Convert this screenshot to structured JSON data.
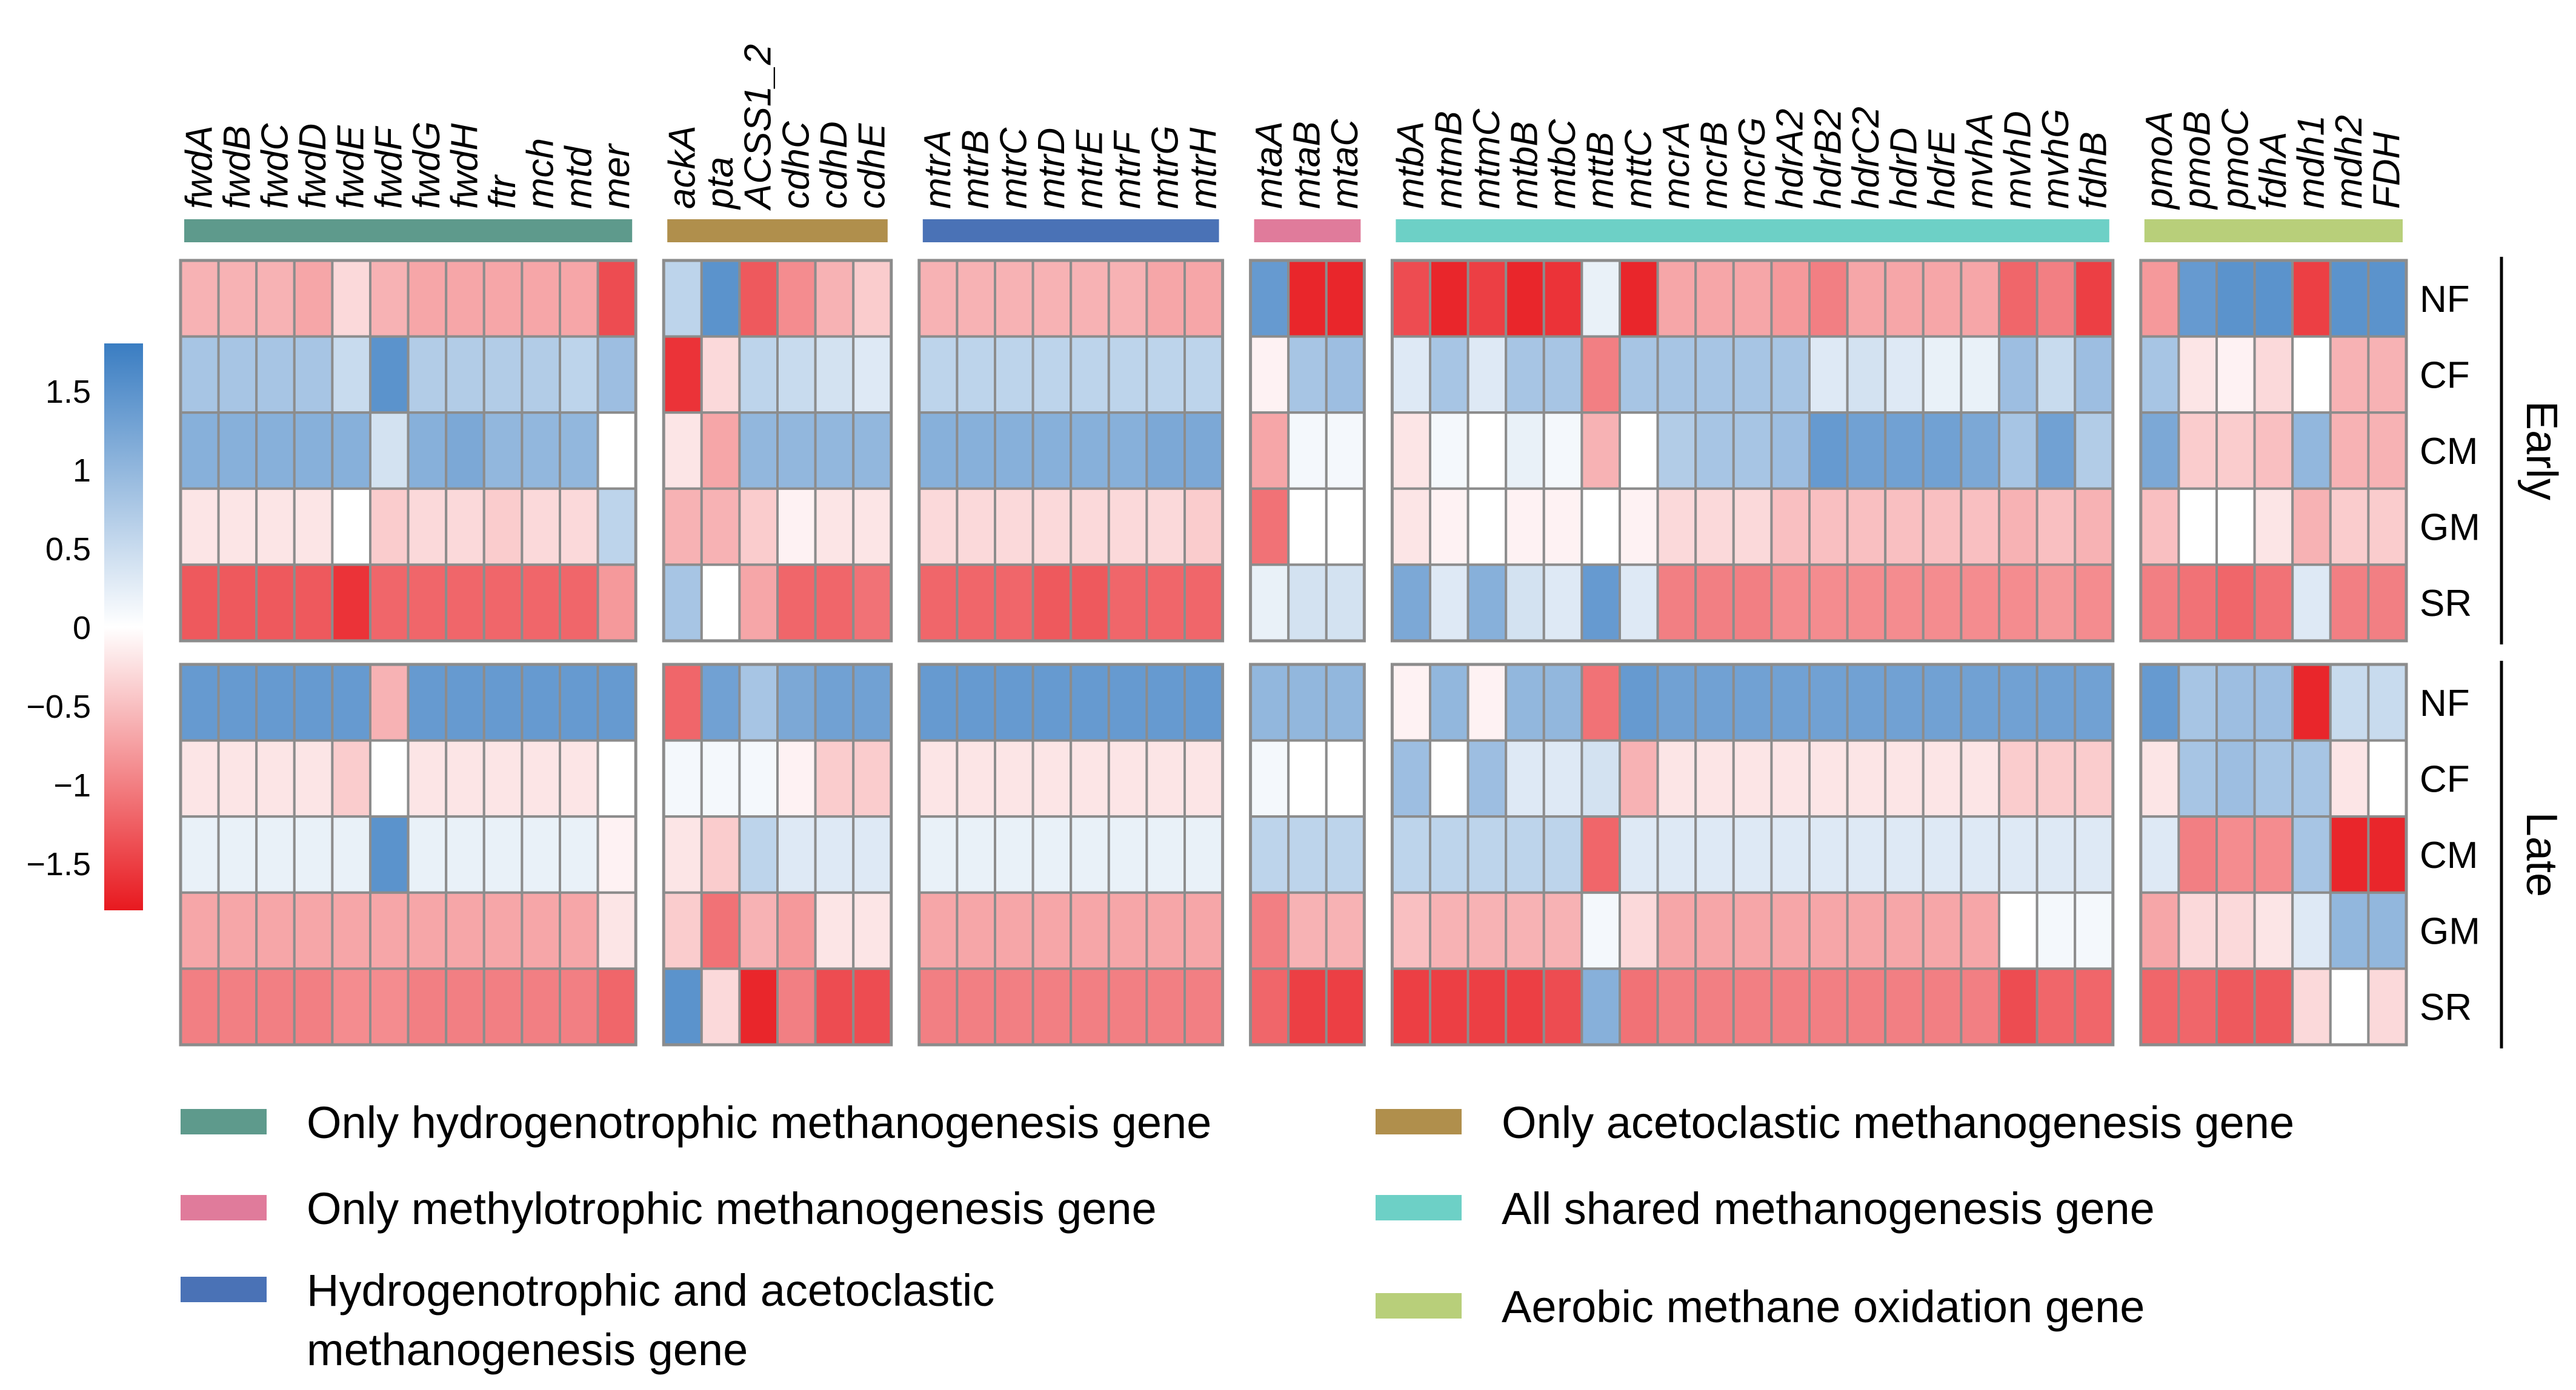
{
  "chart_data": {
    "type": "heatmap",
    "rows": [
      "NF",
      "CF",
      "CM",
      "GM",
      "SR"
    ],
    "phases": [
      "Early",
      "Late"
    ],
    "colorbar": {
      "ticks": [
        "1.5",
        "1",
        "0.5",
        "0",
        "−0.5",
        "−1",
        "−1.5"
      ],
      "tick_values": [
        1.5,
        1,
        0.5,
        0,
        -0.5,
        -1,
        -1.5
      ],
      "range": [
        -1.8,
        1.8
      ]
    },
    "colors": {
      "high": "#3a7dc2",
      "mid": "#ffffff",
      "low": "#e8191f"
    },
    "groups": [
      {
        "color": "#5e9a8c",
        "genes": [
          "fwdA",
          "fwdB",
          "fwdC",
          "fwdD",
          "fwdE",
          "fwdF",
          "fwdG",
          "fwdH",
          "ftr",
          "mch",
          "mtd",
          "mer"
        ]
      },
      {
        "color": "#b08f4c",
        "genes": [
          "ackA",
          "pta",
          "ACSS1_2",
          "cdhC",
          "cdhD",
          "cdhE"
        ]
      },
      {
        "color": "#4a72b6",
        "genes": [
          "mtrA",
          "mtrB",
          "mtrC",
          "mtrD",
          "mtrE",
          "mtrF",
          "mtrG",
          "mtrH"
        ]
      },
      {
        "color": "#e07b9b",
        "genes": [
          "mtaA",
          "mtaB",
          "mtaC"
        ]
      },
      {
        "color": "#6dd0c6",
        "genes": [
          "mtbA",
          "mtmB",
          "mtmC",
          "mtbB",
          "mtbC",
          "mttB",
          "mttC",
          "mcrA",
          "mcrB",
          "mcrG",
          "hdrA2",
          "hdrB2",
          "hdrC2",
          "hdrD",
          "hdrE",
          "mvhA",
          "mvhD",
          "mvhG",
          "fdhB"
        ]
      },
      {
        "color": "#b8cf7a",
        "genes": [
          "pmoA",
          "pmoB",
          "pmoC",
          "fdhA",
          "mdh1",
          "mdh2",
          "FDH"
        ]
      }
    ],
    "values": {
      "Early": [
        [
          -0.6,
          -0.6,
          -0.6,
          -0.7,
          -0.3,
          -0.6,
          -0.7,
          -0.7,
          -0.7,
          -0.7,
          -0.7,
          -1.4,
          0.6,
          1.5,
          -1.3,
          -0.9,
          -0.6,
          -0.4,
          -0.6,
          -0.6,
          -0.6,
          -0.6,
          -0.6,
          -0.6,
          -0.7,
          -0.7,
          1.4,
          -1.7,
          -1.7,
          -1.4,
          -1.7,
          -1.5,
          -1.7,
          -1.6,
          0.2,
          -1.7,
          -0.7,
          -0.7,
          -0.7,
          -0.8,
          -1.0,
          -0.7,
          -0.7,
          -0.7,
          -0.7,
          -1.2,
          -1.0,
          -1.5,
          -0.8,
          1.4,
          1.5,
          1.5,
          -1.5,
          1.5,
          1.5,
          1.5
        ],
        [
          0.8,
          0.8,
          0.8,
          0.8,
          0.5,
          1.5,
          0.7,
          0.7,
          0.7,
          0.7,
          0.6,
          0.9,
          -1.6,
          -0.3,
          0.6,
          0.5,
          0.4,
          0.3,
          0.6,
          0.6,
          0.6,
          0.6,
          0.6,
          0.6,
          0.6,
          0.6,
          -0.1,
          0.8,
          0.9,
          0.3,
          0.8,
          0.3,
          0.8,
          0.8,
          -1.0,
          0.8,
          0.8,
          0.8,
          0.8,
          0.8,
          0.3,
          0.4,
          0.3,
          0.2,
          0.2,
          0.9,
          0.5,
          0.9,
          0.8,
          -0.2,
          -0.1,
          -0.3,
          -0.0,
          -0.6,
          -0.6,
          -0.7
        ],
        [
          1.1,
          1.1,
          1.1,
          1.1,
          1.1,
          0.4,
          1.1,
          1.2,
          1.0,
          1.0,
          1.0,
          0.0,
          -0.2,
          -0.7,
          1.0,
          1.0,
          1.0,
          1.0,
          1.1,
          1.1,
          1.1,
          1.1,
          1.1,
          1.1,
          1.2,
          1.2,
          -0.7,
          0.1,
          0.1,
          -0.2,
          0.1,
          0.0,
          0.2,
          0.1,
          -0.6,
          0.0,
          0.7,
          0.8,
          0.8,
          0.9,
          1.4,
          1.3,
          1.3,
          1.3,
          1.2,
          0.8,
          1.3,
          0.7,
          1.2,
          -0.4,
          -0.4,
          -0.5,
          1.0,
          -0.6,
          -0.6,
          -0.9
        ],
        [
          -0.2,
          -0.2,
          -0.2,
          -0.2,
          0.0,
          -0.4,
          -0.3,
          -0.3,
          -0.4,
          -0.3,
          -0.3,
          0.6,
          -0.6,
          -0.6,
          -0.4,
          -0.1,
          -0.2,
          -0.2,
          -0.3,
          -0.3,
          -0.3,
          -0.3,
          -0.3,
          -0.3,
          -0.3,
          -0.4,
          -1.1,
          -0.0,
          -0.0,
          -0.2,
          -0.1,
          -0.0,
          -0.1,
          -0.1,
          -0.0,
          -0.1,
          -0.3,
          -0.3,
          -0.3,
          -0.5,
          -0.5,
          -0.5,
          -0.5,
          -0.5,
          -0.5,
          -0.6,
          -0.5,
          -0.6,
          -0.5,
          0.0,
          0.0,
          -0.2,
          -0.6,
          -0.4,
          -0.4,
          -0.6
        ],
        [
          -1.3,
          -1.3,
          -1.3,
          -1.3,
          -1.6,
          -1.2,
          -1.2,
          -1.2,
          -1.2,
          -1.2,
          -1.2,
          -0.8,
          0.8,
          0.0,
          -0.7,
          -1.2,
          -1.2,
          -1.1,
          -1.2,
          -1.2,
          -1.2,
          -1.3,
          -1.3,
          -1.2,
          -1.2,
          -1.2,
          0.2,
          0.4,
          0.4,
          1.2,
          0.3,
          1.1,
          0.4,
          0.3,
          1.4,
          0.3,
          -1.0,
          -1.0,
          -1.0,
          -0.9,
          -0.9,
          -0.9,
          -0.9,
          -0.9,
          -0.9,
          -0.9,
          -0.8,
          -0.9,
          -1.0,
          -1.1,
          -1.2,
          -1.1,
          0.3,
          -1.0,
          -1.0,
          -1.0
        ]
      ],
      "Late": [
        [
          1.4,
          1.4,
          1.4,
          1.4,
          1.4,
          -0.6,
          1.4,
          1.4,
          1.4,
          1.4,
          1.4,
          1.4,
          -1.2,
          1.3,
          0.8,
          1.2,
          1.3,
          1.3,
          1.4,
          1.4,
          1.4,
          1.4,
          1.4,
          1.4,
          1.4,
          1.4,
          1.0,
          1.0,
          1.0,
          -0.1,
          1.0,
          -0.1,
          1.0,
          1.0,
          -1.1,
          1.4,
          1.3,
          1.3,
          1.3,
          1.3,
          1.3,
          1.3,
          1.3,
          1.3,
          1.3,
          1.3,
          1.3,
          1.3,
          1.4,
          0.8,
          0.9,
          0.9,
          -1.7,
          0.5,
          0.5,
          1.4
        ],
        [
          -0.2,
          -0.2,
          -0.2,
          -0.2,
          -0.4,
          0.0,
          -0.2,
          -0.2,
          -0.2,
          -0.2,
          -0.2,
          0.0,
          0.1,
          0.1,
          0.1,
          -0.1,
          -0.4,
          -0.4,
          -0.2,
          -0.2,
          -0.2,
          -0.2,
          -0.2,
          -0.2,
          -0.2,
          -0.2,
          0.1,
          0.0,
          0.0,
          0.9,
          0.0,
          0.9,
          0.3,
          0.3,
          0.4,
          -0.6,
          -0.2,
          -0.2,
          -0.2,
          -0.2,
          -0.2,
          -0.2,
          -0.2,
          -0.2,
          -0.2,
          -0.4,
          -0.4,
          -0.4,
          -0.2,
          0.8,
          0.9,
          0.8,
          0.8,
          -0.2,
          0.0,
          -1.2
        ],
        [
          0.2,
          0.2,
          0.2,
          0.2,
          0.2,
          1.5,
          0.2,
          0.2,
          0.2,
          0.2,
          0.2,
          -0.1,
          -0.2,
          -0.4,
          0.6,
          0.3,
          0.3,
          0.3,
          0.2,
          0.2,
          0.2,
          0.2,
          0.2,
          0.2,
          0.2,
          0.2,
          0.6,
          0.6,
          0.6,
          0.6,
          0.6,
          0.6,
          0.6,
          0.6,
          -1.2,
          0.3,
          0.3,
          0.3,
          0.3,
          0.3,
          0.3,
          0.3,
          0.3,
          0.3,
          0.3,
          0.3,
          0.3,
          0.3,
          0.3,
          -1.0,
          -0.9,
          -0.9,
          0.8,
          -1.7,
          -1.7,
          -0.2
        ],
        [
          -0.7,
          -0.7,
          -0.7,
          -0.7,
          -0.7,
          -0.7,
          -0.7,
          -0.7,
          -0.7,
          -0.7,
          -0.7,
          -0.2,
          -0.4,
          -1.1,
          -0.6,
          -0.8,
          -0.2,
          -0.2,
          -0.7,
          -0.7,
          -0.7,
          -0.7,
          -0.7,
          -0.7,
          -0.7,
          -0.7,
          -1.0,
          -0.6,
          -0.6,
          -0.5,
          -0.6,
          -0.6,
          -0.6,
          -0.6,
          0.1,
          -0.3,
          -0.7,
          -0.7,
          -0.7,
          -0.7,
          -0.7,
          -0.7,
          -0.7,
          -0.7,
          -0.7,
          0.0,
          0.1,
          0.1,
          -0.7,
          -0.3,
          -0.3,
          -0.2,
          0.3,
          1.0,
          1.0,
          0.4
        ],
        [
          -1.0,
          -1.0,
          -1.0,
          -1.0,
          -0.9,
          -0.9,
          -1.0,
          -1.0,
          -1.0,
          -1.0,
          -1.0,
          -1.2,
          1.5,
          -0.3,
          -1.7,
          -1.0,
          -1.4,
          -1.4,
          -1.0,
          -1.0,
          -1.0,
          -1.0,
          -1.0,
          -1.0,
          -1.0,
          -1.0,
          -1.2,
          -1.5,
          -1.5,
          -1.5,
          -1.5,
          -1.5,
          -1.5,
          -1.4,
          1.1,
          -1.1,
          -1.0,
          -1.0,
          -1.0,
          -1.0,
          -1.0,
          -1.0,
          -1.0,
          -1.0,
          -1.0,
          -1.4,
          -1.2,
          -1.2,
          -1.2,
          -1.2,
          -1.3,
          -1.3,
          -0.3,
          0.0,
          -0.3,
          -0.6
        ]
      ]
    }
  },
  "legend": {
    "items": [
      {
        "label": "Only hydrogenotrophic methanogenesis gene",
        "color": "#5e9a8c"
      },
      {
        "label": "Only acetoclastic methanogenesis gene",
        "color": "#b08f4c"
      },
      {
        "label": "Only methylotrophic methanogenesis gene",
        "color": "#e07b9b"
      },
      {
        "label": "All shared methanogenesis gene",
        "color": "#6dd0c6"
      },
      {
        "label": "Hydrogenotrophic and acetoclastic",
        "label_line2": "methanogenesis gene",
        "color": "#4a72b6"
      },
      {
        "label": "Aerobic methane oxidation gene",
        "color": "#b8cf7a"
      }
    ]
  }
}
